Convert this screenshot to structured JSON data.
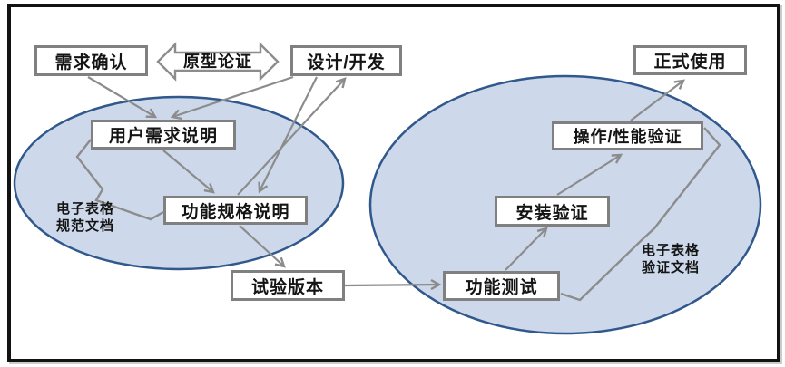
{
  "diagram": {
    "boxes": {
      "requirement_confirm": "需求确认",
      "design_develop": "设计/开发",
      "formal_use": "正式使用",
      "user_requirement_spec": "用户需求说明",
      "functional_spec": "功能规格说明",
      "trial_version": "试验版本",
      "functional_test": "功能测试",
      "installation_qualification": "安装验证",
      "operation_performance_qualification": "操作/性能验证"
    },
    "labels": {
      "prototype_demonstration": "原型论证",
      "spec_doc": {
        "line1": "电子表格",
        "line2": "规范文档"
      },
      "validation_doc": {
        "line1": "电子表格",
        "line2": "验证文档"
      }
    },
    "colors": {
      "ellipse_fill": "#cdd9eb",
      "ellipse_stroke": "#30588c",
      "box_border": "#808080",
      "connector_gray": "#8c8c8c",
      "frame_black": "#121212",
      "text": "#141414"
    }
  }
}
